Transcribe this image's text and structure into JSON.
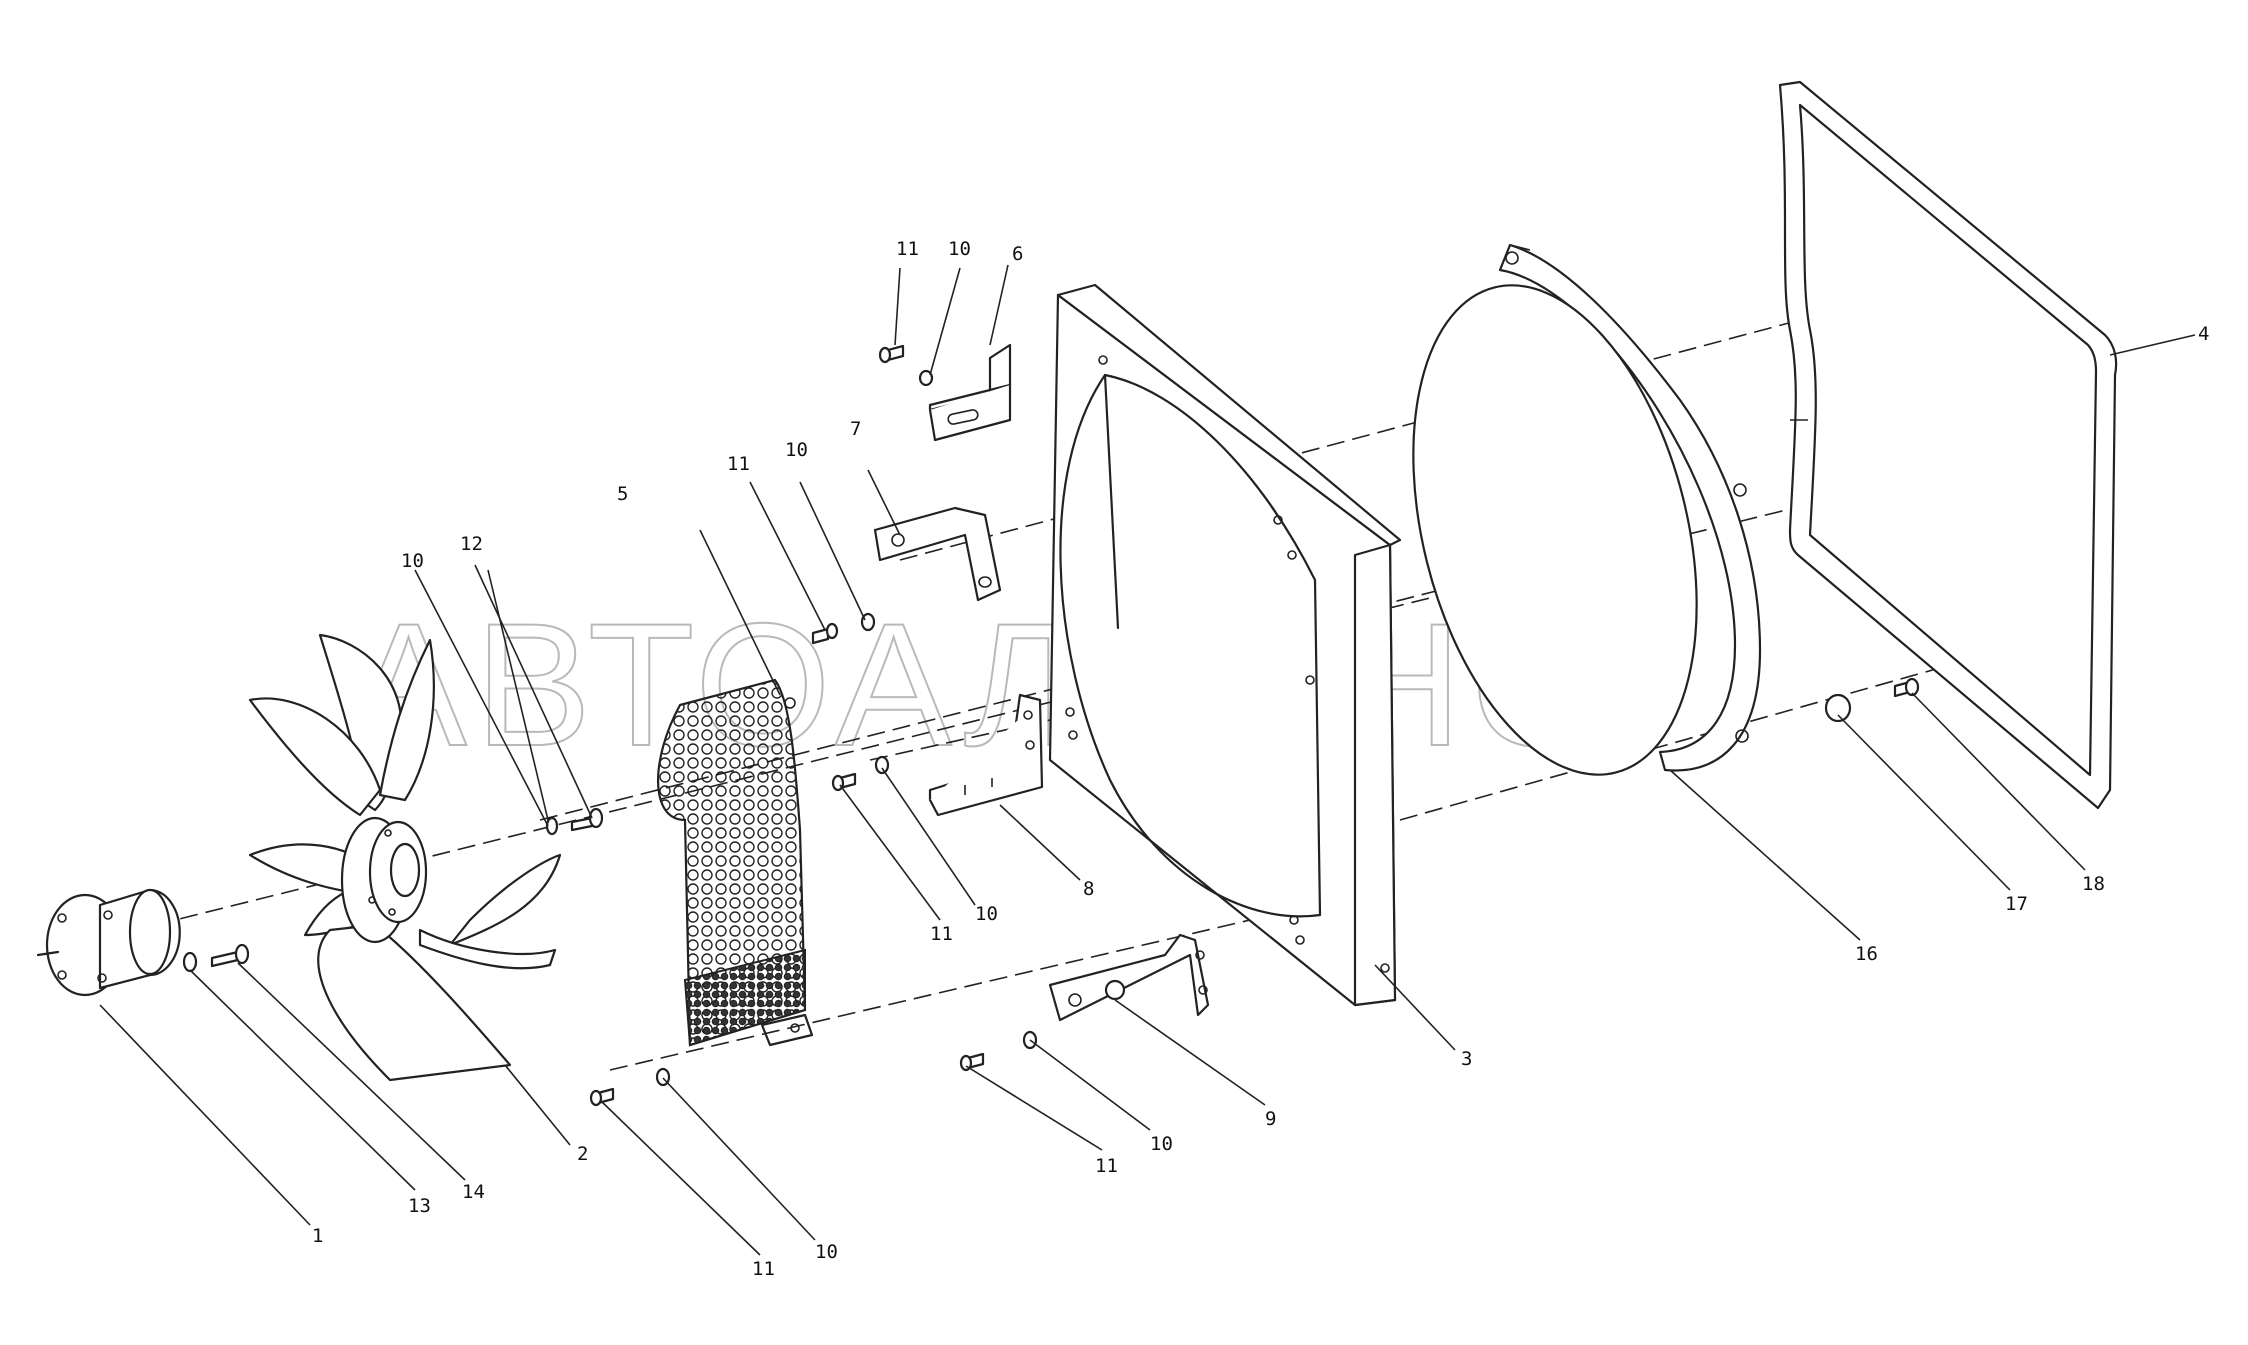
{
  "watermark": "АВТОАЛЬЯНС",
  "callouts": [
    "1",
    "2",
    "3",
    "4",
    "5",
    "6",
    "7",
    "8",
    "9",
    "10",
    "11",
    "12",
    "13",
    "14",
    "16",
    "17",
    "18"
  ]
}
